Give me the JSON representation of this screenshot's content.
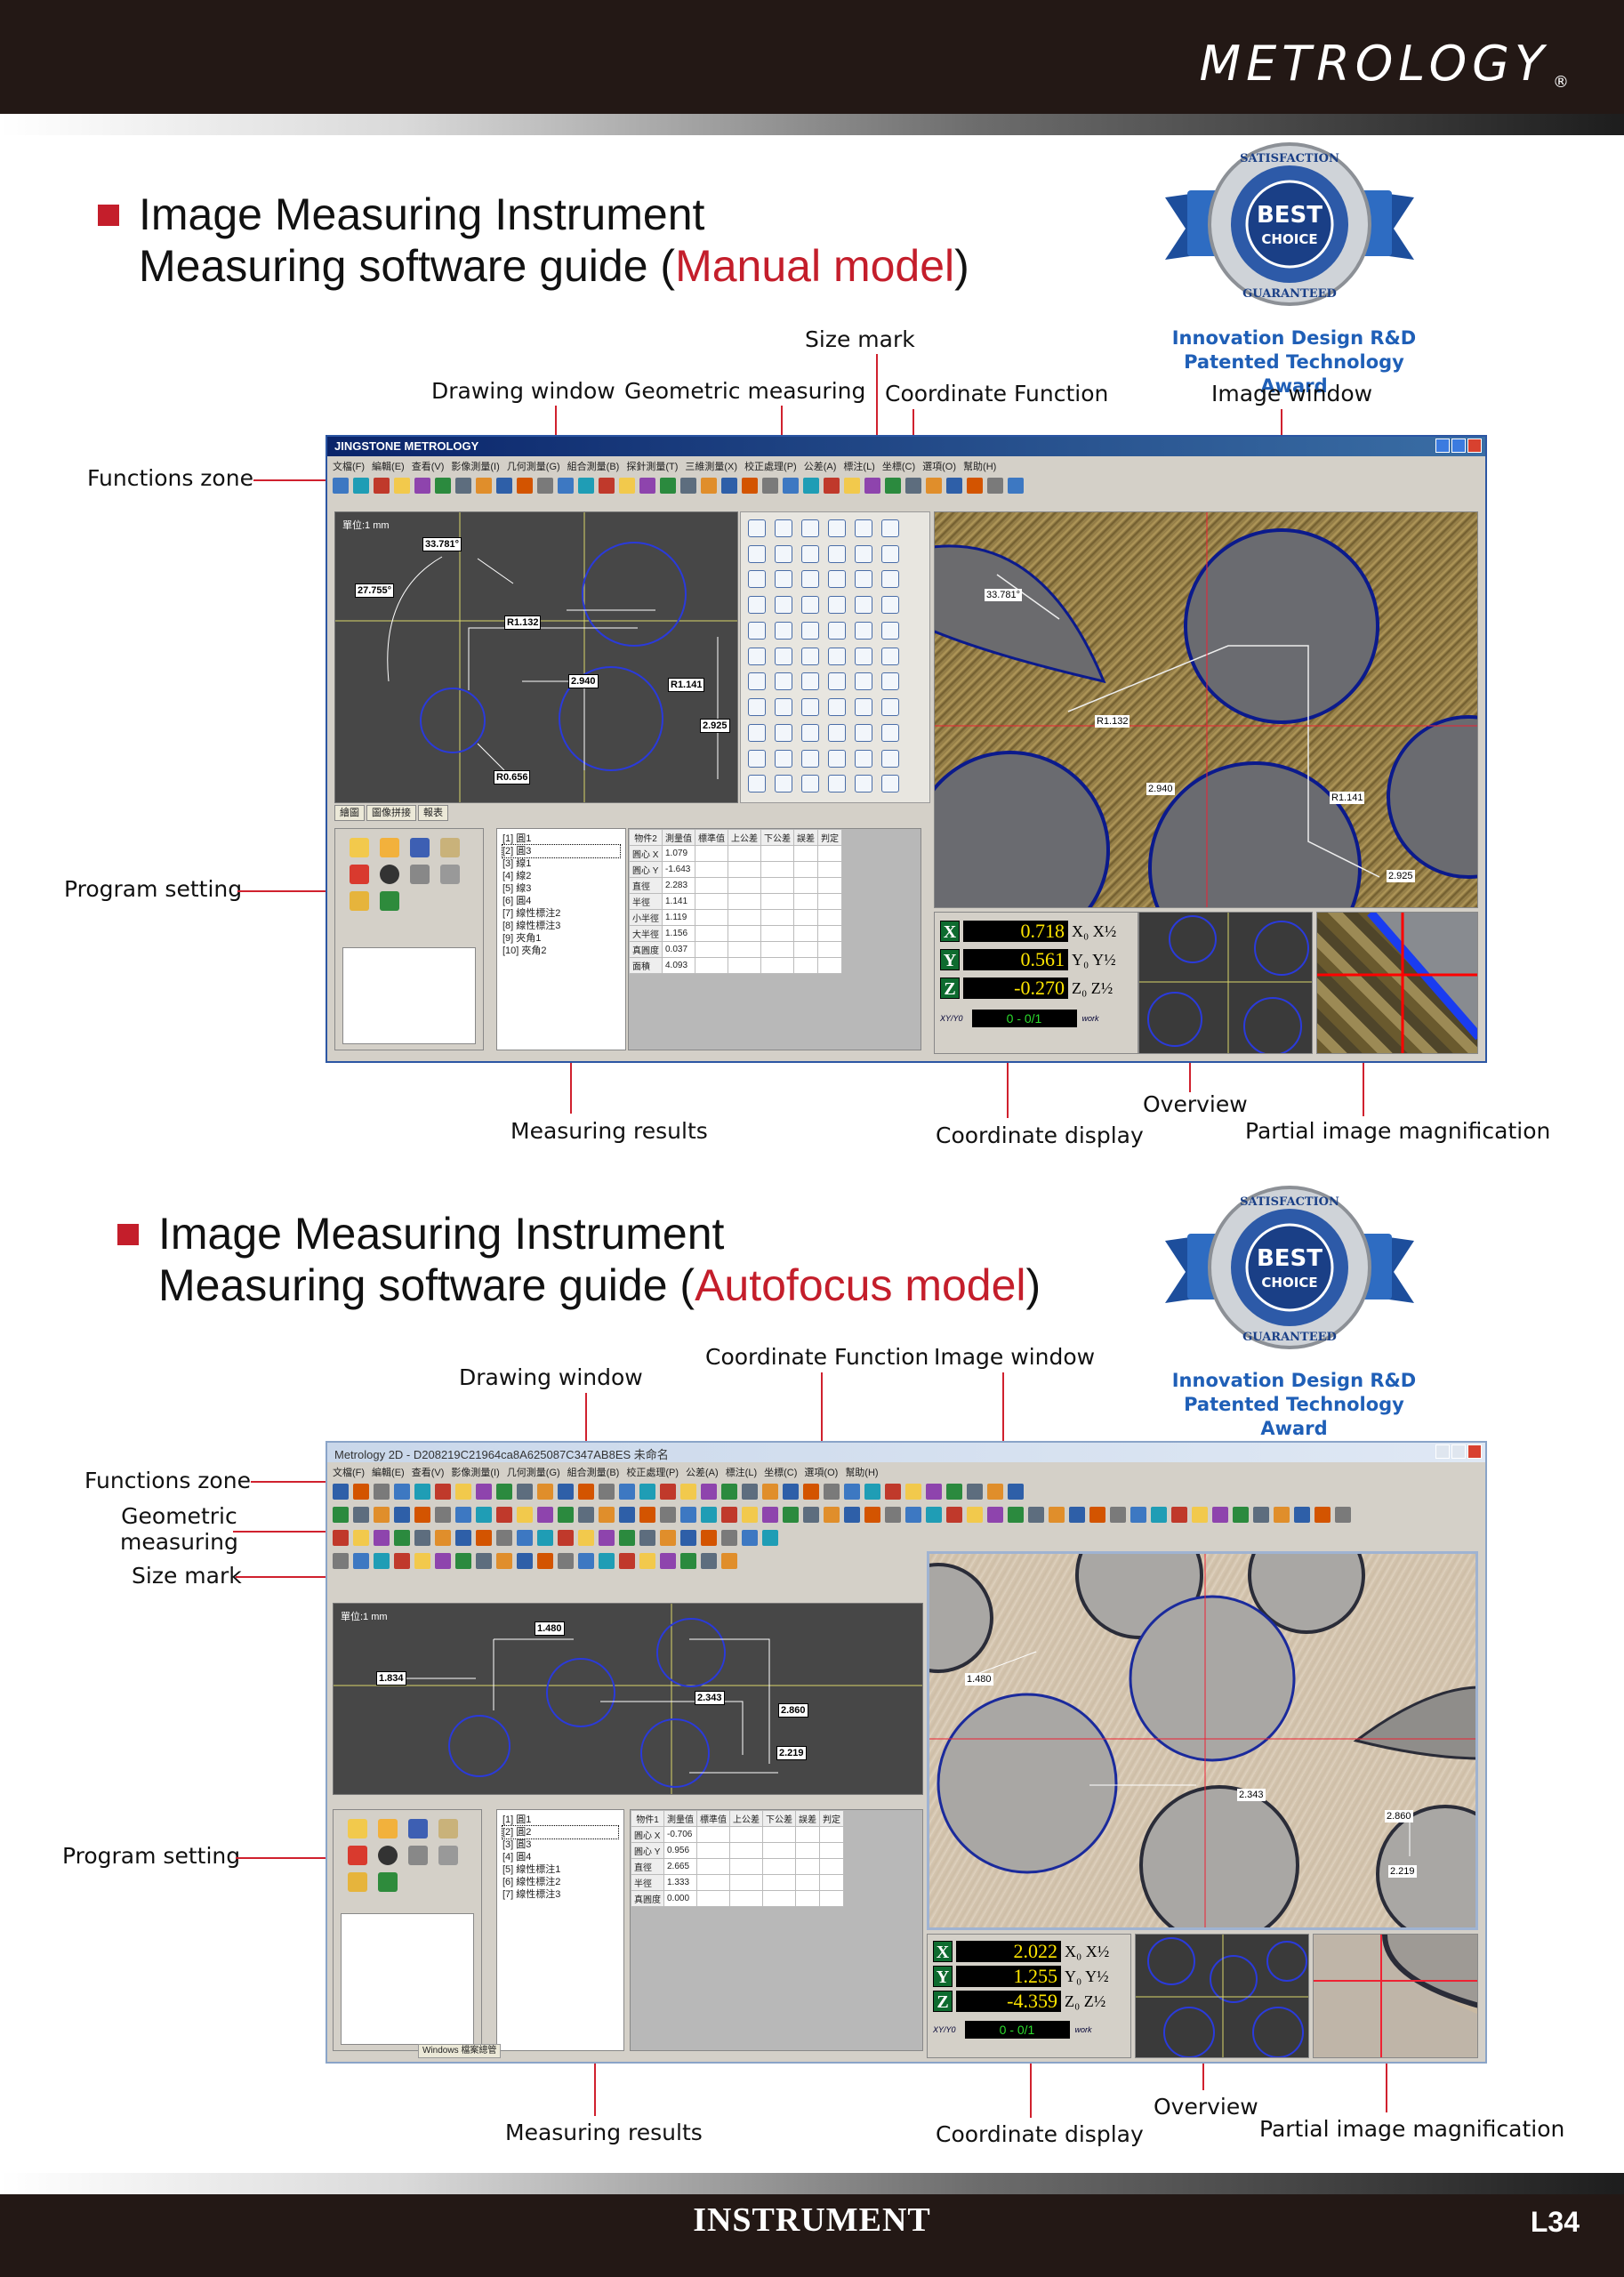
{
  "brand": {
    "logo": "METROLOGY",
    "registered": "®"
  },
  "footer": {
    "title": "INSTRUMENT",
    "page": "L34"
  },
  "colors": {
    "accent_red": "#c41e2b",
    "award_blue": "#1f5fb7",
    "header_dark": "#231815",
    "callout_line": "#d0212e"
  },
  "badge": {
    "top_text": "SATISFACTION",
    "main1": "BEST",
    "main2": "CHOICE",
    "bottom_text": "GUARANTEED",
    "award_line1": "Innovation Design R&D",
    "award_line2": "Patented Technology Award"
  },
  "section1": {
    "title_line1": "Image Measuring Instrument",
    "title_line2_prefix": "Measuring software guide (",
    "title_line2_highlight": "Manual model",
    "title_line2_suffix": ")",
    "callouts": {
      "size_mark": "Size mark",
      "drawing_window": "Drawing window",
      "geometric_measuring": "Geometric measuring",
      "coordinate_function": "Coordinate Function",
      "image_window": "Image window",
      "functions_zone": "Functions zone",
      "program_setting": "Program setting",
      "measuring_results": "Measuring results",
      "coordinate_display": "Coordinate display",
      "overview": "Overview",
      "partial_image_magnification": "Partial image magnification"
    },
    "screenshot": {
      "window_title": "JINGSTONE METROLOGY",
      "menu": [
        "文檔(F)",
        "編輯(E)",
        "查看(V)",
        "影像測量(I)",
        "几何測量(G)",
        "組合測量(B)",
        "探針測量(T)",
        "三維測量(X)",
        "校正處理(P)",
        "公差(A)",
        "標注(L)",
        "坐標(C)",
        "選項(O)",
        "幫助(H)"
      ],
      "unit_label": "單位:1 mm",
      "drawing_labels": [
        "33.781°",
        "27.755°",
        "R1.132",
        "2.940",
        "R1.141",
        "2.925",
        "R0.656"
      ],
      "image_labels": [
        "33.781°",
        "R1.132",
        "2.940",
        "R1.141",
        "2.925"
      ],
      "tabs": [
        "繪圖",
        "圖像拼接",
        "報表"
      ],
      "tree": [
        "[1] 圓1",
        "[2] 圓3",
        "[3] 線1",
        "[4] 線2",
        "[5] 線3",
        "[6] 圓4",
        "[7] 線性標注2",
        "[8] 線性標注3",
        "[9] 夾角1",
        "[10] 夾角2"
      ],
      "table_headers": [
        "物件2",
        "測量值",
        "標準值",
        "上公差",
        "下公差",
        "誤差",
        "判定"
      ],
      "table_rows": [
        [
          "圓心 X",
          "1.079"
        ],
        [
          "圓心 Y",
          "-1.643"
        ],
        [
          "直徑",
          "2.283"
        ],
        [
          "半徑",
          "1.141"
        ],
        [
          "小半徑",
          "1.119"
        ],
        [
          "大半徑",
          "1.156"
        ],
        [
          "真圓度",
          "0.037"
        ],
        [
          "面積",
          "4.093"
        ]
      ],
      "coords": {
        "x": "0.718",
        "y": "0.561",
        "z": "-0.270",
        "counter": "0 - 0/1",
        "aux": "XY/Y0",
        "work": "work"
      }
    }
  },
  "section2": {
    "title_line1": "Image Measuring Instrument",
    "title_line2_prefix": "Measuring software guide (",
    "title_line2_highlight": "Autofocus model",
    "title_line2_suffix": ")",
    "callouts": {
      "drawing_window": "Drawing window",
      "coordinate_function": "Coordinate Function",
      "image_window": "Image window",
      "functions_zone": "Functions zone",
      "geometric_measuring": "Geometric\nmeasuring",
      "size_mark": "Size mark",
      "program_setting": "Program setting",
      "measuring_results": "Measuring results",
      "coordinate_display": "Coordinate display",
      "overview": "Overview",
      "partial_image_magnification": "Partial image magnification"
    },
    "screenshot": {
      "window_title": "Metrology 2D - D208219C21964ca8A625087C347AB8ES 未命名",
      "menu": [
        "文檔(F)",
        "編輯(E)",
        "查看(V)",
        "影像測量(I)",
        "几何測量(G)",
        "組合測量(B)",
        "校正處理(P)",
        "公差(A)",
        "標注(L)",
        "坐標(C)",
        "選項(O)",
        "幫助(H)"
      ],
      "unit_label": "單位:1 mm",
      "drawing_labels": [
        "1.480",
        "1.834",
        "2.343",
        "2.860",
        "2.219"
      ],
      "image_labels": [
        "1.480",
        "2.343",
        "2.860",
        "2.219"
      ],
      "tree": [
        "[1] 圓1",
        "[2] 圓2",
        "[3] 圓3",
        "[4] 圓4",
        "[5] 線性標注1",
        "[6] 線性標注2",
        "[7] 線性標注3"
      ],
      "table_headers": [
        "物件1",
        "測量值",
        "標準值",
        "上公差",
        "下公差",
        "誤差",
        "判定"
      ],
      "table_rows": [
        [
          "圓心 X",
          "-0.706"
        ],
        [
          "圓心 Y",
          "0.956"
        ],
        [
          "直徑",
          "2.665"
        ],
        [
          "半徑",
          "1.333"
        ],
        [
          "真圓度",
          "0.000"
        ]
      ],
      "status_chip": "Windows 檔案總管",
      "coords": {
        "x": "2.022",
        "y": "1.255",
        "z": "-4.359",
        "counter": "0 - 0/1",
        "aux": "XY/Y0",
        "work": "work"
      }
    }
  }
}
